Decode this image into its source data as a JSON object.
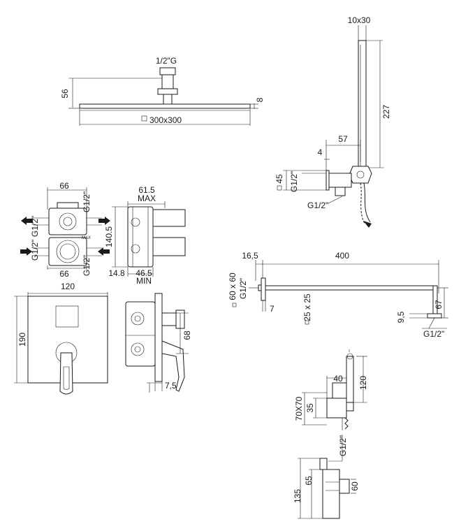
{
  "shower_head": {
    "thread": "1/2\"G",
    "height": "56",
    "thickness": "8",
    "size": "300x300"
  },
  "hand_shower": {
    "section": "10x30",
    "length": "227",
    "offset": "57",
    "lip": "4",
    "outlet_size": "45",
    "thread_side": "G1/2\"",
    "thread_bottom": "G1/2\""
  },
  "mixer_body_front": {
    "top_width": "66",
    "bottom_width": "66",
    "thread_top_left": "G1/2\"",
    "thread_top_right": "G1/2\"",
    "thread_bottom_left": "G1/2\"",
    "thread_bottom_right": "G1/2\""
  },
  "mixer_body_side": {
    "depth_max": "61.5",
    "max_label": "MAX",
    "height": "140.5",
    "depth_min": "46.5",
    "min_label": "MIN",
    "setback": "14.8"
  },
  "cover_plate": {
    "width": "120",
    "height": "190",
    "depth": "68",
    "plate_thickness": "7,5"
  },
  "wall_arm": {
    "plate_depth": "16,5",
    "length": "400",
    "plate_size": "60 x 60",
    "thread": "G1/2\"",
    "wall_gap": "7",
    "tube_section": "25 x 25",
    "drop": "67",
    "outlet_height": "9,5",
    "outlet_thread": "G1/2\""
  },
  "bracket_small": {
    "height": "120",
    "width": "40",
    "size": "70X70",
    "depth": "35"
  },
  "elbow": {
    "thread": "G1/2\"",
    "height": "135",
    "center": "65",
    "depth": "60"
  }
}
